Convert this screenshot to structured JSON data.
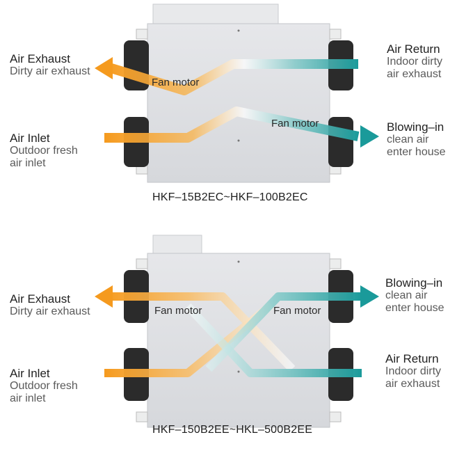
{
  "colors": {
    "air_orange": "#f59a1e",
    "air_teal": "#1a9a9a",
    "unit_body": "#dcdde0"
  },
  "top": {
    "labels": {
      "exhaust_title": "Air Exhaust",
      "exhaust_sub": "Dirty air exhaust",
      "inlet_title": "Air Inlet",
      "inlet_sub_1": "Outdoor fresh",
      "inlet_sub_2": "air inlet",
      "return_title": "Air Return",
      "return_sub_1": "Indoor dirty",
      "return_sub_2": "air exhaust",
      "blowing_title": "Blowing–in",
      "blowing_sub_1": "clean air",
      "blowing_sub_2": "enter house"
    },
    "fan_left": "Fan motor",
    "fan_right": "Fan motor",
    "caption": "HKF–15B2EC~HKF–100B2EC"
  },
  "bottom": {
    "labels": {
      "exhaust_title": "Air Exhaust",
      "exhaust_sub": "Dirty air exhaust",
      "inlet_title": "Air Inlet",
      "inlet_sub_1": "Outdoor fresh",
      "inlet_sub_2": "air inlet",
      "blowing_title": "Blowing–in",
      "blowing_sub_1": "clean air",
      "blowing_sub_2": "enter house",
      "return_title": "Air Return",
      "return_sub_1": "Indoor dirty",
      "return_sub_2": "air exhaust"
    },
    "fan_left": "Fan motor",
    "fan_right": "Fan motor",
    "caption": "HKF–150B2EE~HKL–500B2EE"
  }
}
